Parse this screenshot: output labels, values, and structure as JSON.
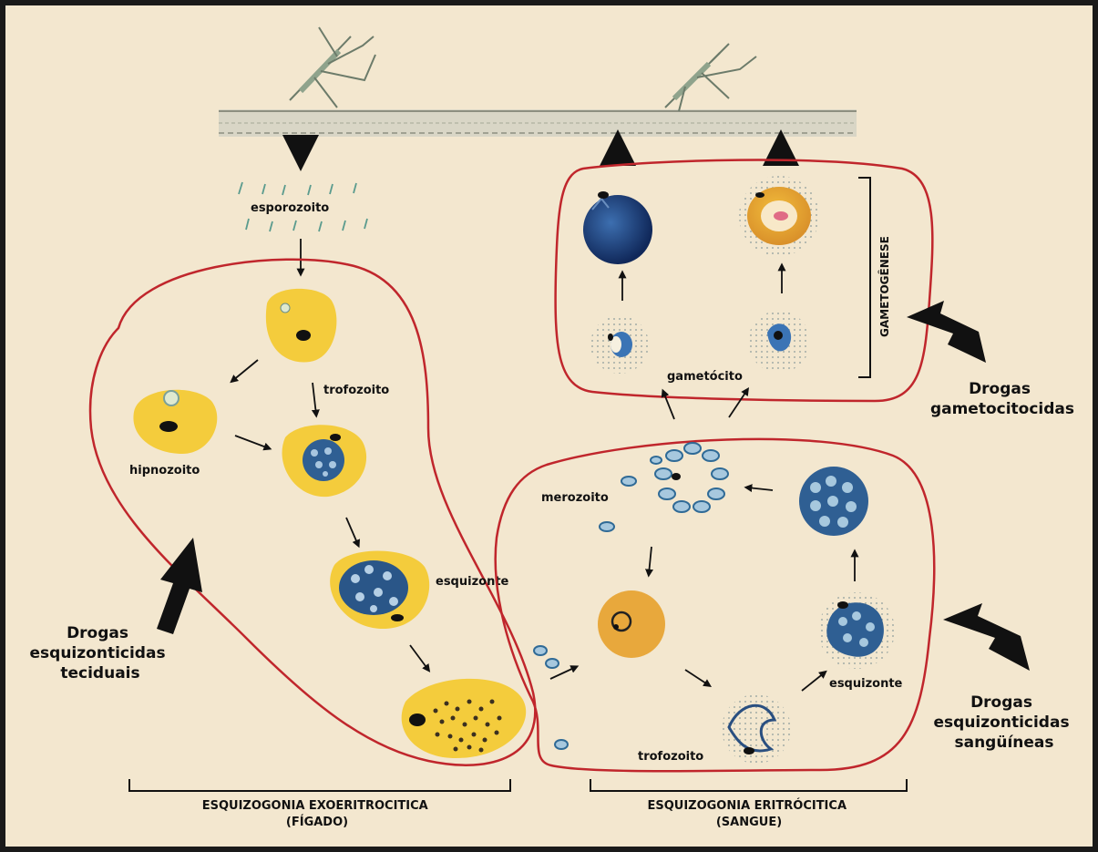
{
  "colors": {
    "background": "#f3e7cf",
    "border": "#1a1a1a",
    "region_outline": "#c0262c",
    "cell_yellow": "#f4cc3c",
    "nucleus_blue": "#2f5f93",
    "arrow": "#111111"
  },
  "labels": {
    "sporozoite": "esporozoito",
    "trophozoite_liver": "trofozoito",
    "hypnozoite": "hipnozoito",
    "schizont_liver": "esquizonte",
    "merozoite": "merozoito",
    "schizont_blood": "esquizonte",
    "trophozoite_blood": "trofozoito",
    "gametocyte": "gametócito",
    "gametogenesis": "GAMETOGÊNESE"
  },
  "drugs": {
    "gametocytocidal": [
      "Drogas",
      "gametocitocidas"
    ],
    "tissue_schizonticidal": [
      "Drogas",
      "esquizonticidas",
      "teciduais"
    ],
    "blood_schizonticidal": [
      "Drogas",
      "esquizonticidas",
      "sangüíneas"
    ]
  },
  "captions": {
    "exo": [
      "ESQUIZOGONIA EXOERITROCITICA",
      "(FÍGADO)"
    ],
    "ery": [
      "ESQUIZOGONIA ERITRÓCITICA",
      "(SANGUE)"
    ]
  }
}
